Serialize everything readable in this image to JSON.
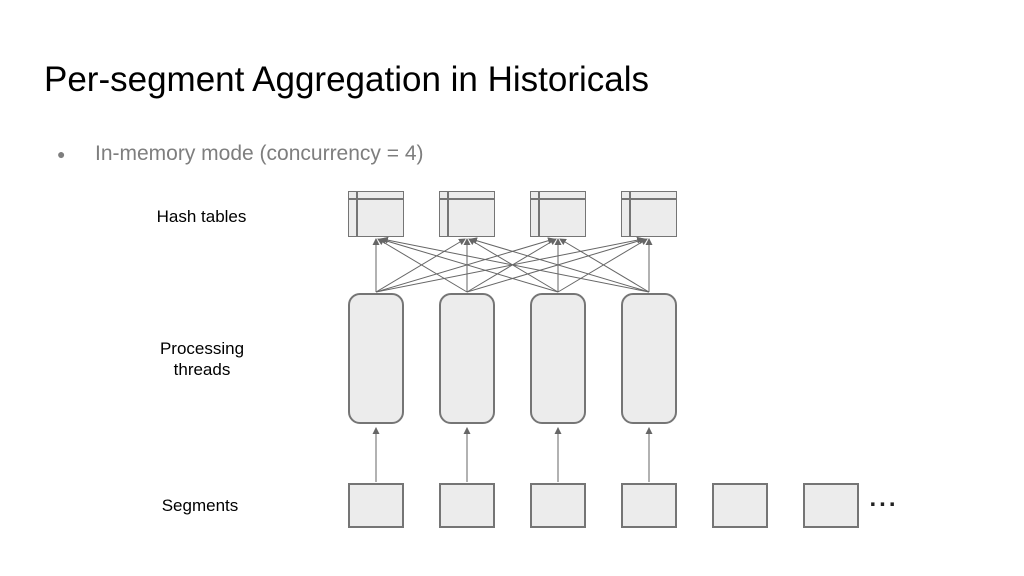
{
  "slide": {
    "title": "Per-segment Aggregation in Historicals",
    "bullet_glyph": "●",
    "bullets": [
      "In-memory mode (concurrency = 4)"
    ]
  },
  "diagram": {
    "labels": {
      "hash_tables": "Hash tables",
      "processing_threads": "Processing threads",
      "segments": "Segments"
    },
    "hash_tables": {
      "count": 4
    },
    "processing_threads": {
      "count": 4
    },
    "segments": {
      "count": 6,
      "connected_count": 4
    },
    "ellipsis": "...",
    "icon_names": [
      "hash-table-box",
      "processing-thread-box",
      "segment-box",
      "arrow-line"
    ]
  },
  "colors": {
    "box_fill": "#ececec",
    "box_border": "#757575",
    "arrow": "#666666",
    "title_text": "#000000",
    "bullet_text": "#7e7e7e",
    "label_text": "#000000",
    "ellipsis_text": "#222222"
  }
}
